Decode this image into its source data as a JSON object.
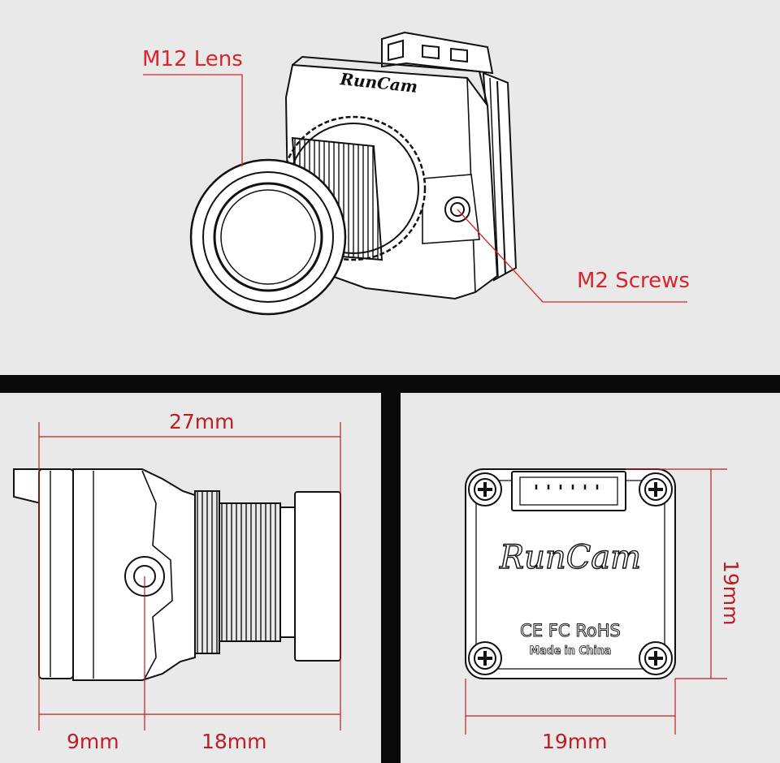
{
  "colors": {
    "panel_bg": "#e9e9e9",
    "frame": "#0a0a0a",
    "callout": "#d7262c",
    "dimension": "#ba1f26",
    "drawing": "#111111"
  },
  "callouts": {
    "lens": "M12 Lens",
    "screws": "M2 Screws"
  },
  "side_view": {
    "width": "27mm",
    "segment_a": "9mm",
    "segment_b": "18mm"
  },
  "back_view": {
    "width": "19mm",
    "height": "19mm",
    "logo": "RunCam",
    "certifications": "CE FC RoHS",
    "origin": "Made in China"
  },
  "top_view": {
    "logo": "RunCam"
  }
}
